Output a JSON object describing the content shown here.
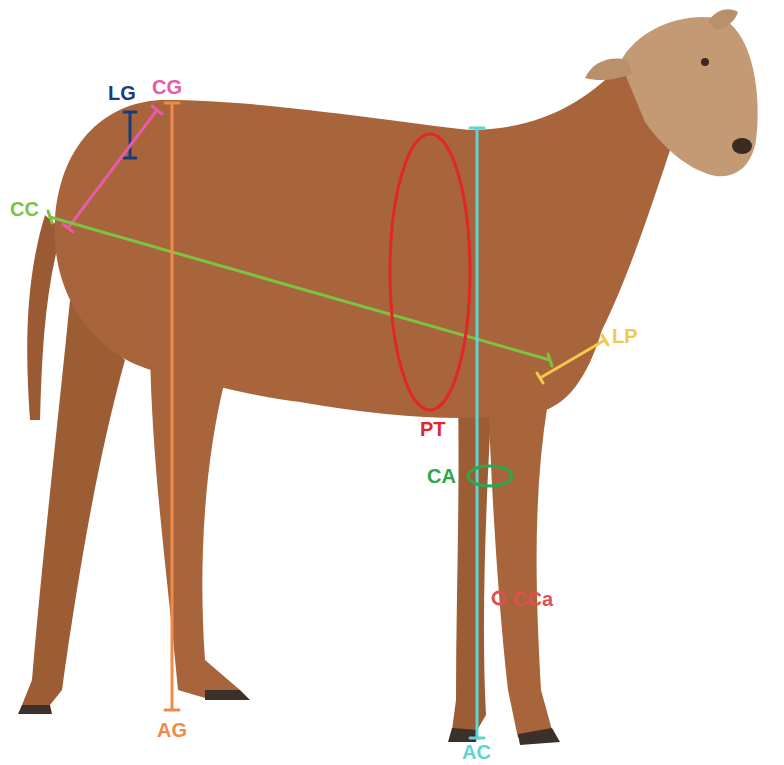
{
  "diagram": {
    "labels": [
      "LG",
      "CG",
      "CC",
      "LP",
      "PT",
      "CA",
      "CCa",
      "AG",
      "AC"
    ]
  }
}
